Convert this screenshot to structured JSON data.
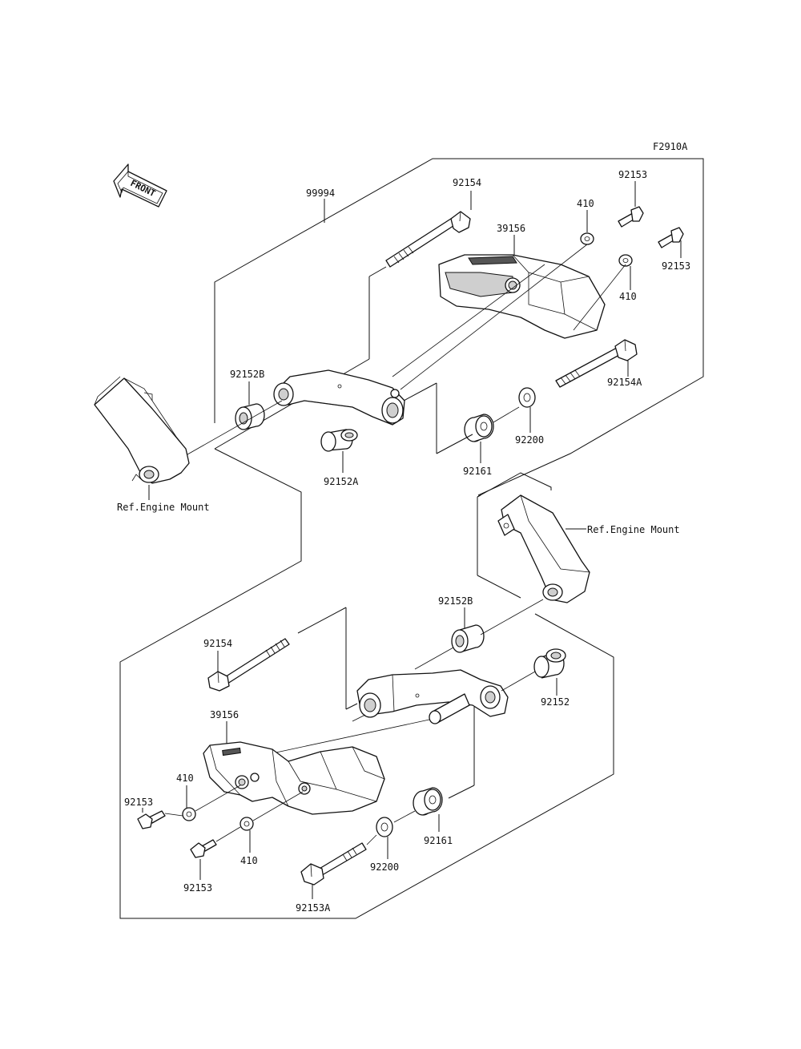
{
  "diagram": {
    "code": "F2910A",
    "front_label": "FRONT",
    "upper_assembly": {
      "set_label": "99994",
      "callouts": {
        "bolt_long": "92154",
        "slider": "39156",
        "washer_top": "410",
        "washer_right": "410",
        "screw_top": "92153",
        "screw_right": "92153",
        "bolt_flange": "92154A",
        "spacer_b": "92152B",
        "collar_a": "92152A",
        "washer_large": "92200",
        "rubber": "92161",
        "engine_mount_ref": "Ref.Engine Mount"
      }
    },
    "lower_assembly": {
      "callouts": {
        "spacer_b": "92152B",
        "bolt_long": "92154",
        "collar": "92152",
        "slider": "39156",
        "washer_left": "410",
        "screw_left": "92153",
        "screw_bottom": "92153",
        "washer_bottom": "410",
        "washer_large": "92200",
        "rubber": "92161",
        "bolt_flange": "92153A",
        "engine_mount_ref": "Ref.Engine Mount"
      }
    }
  }
}
